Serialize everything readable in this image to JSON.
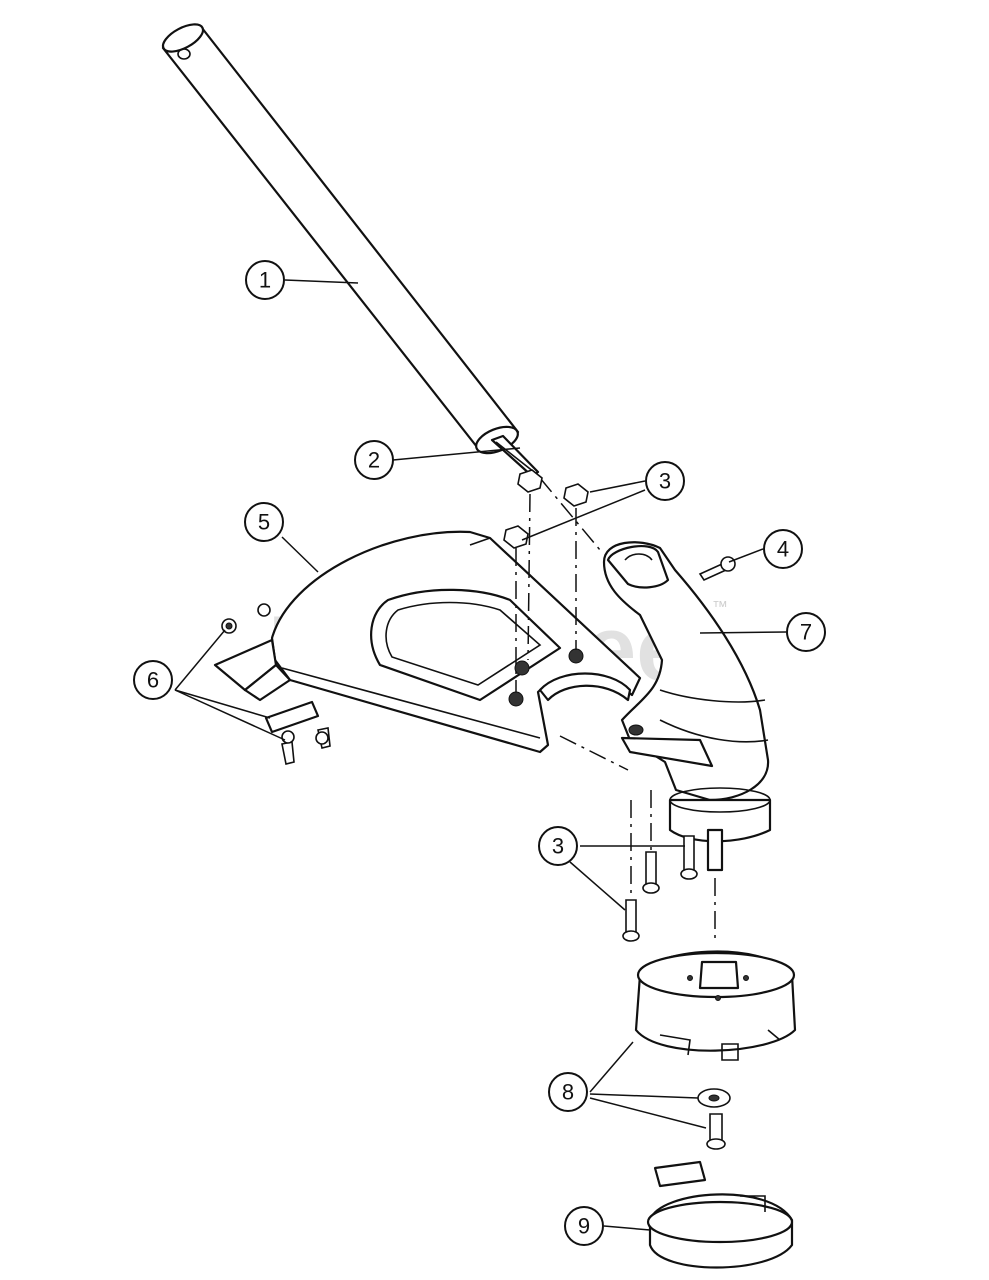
{
  "diagram": {
    "watermark": "PartsTree",
    "watermark_mark": "™",
    "callouts": [
      {
        "id": "1",
        "label": "1"
      },
      {
        "id": "2",
        "label": "2"
      },
      {
        "id": "3a",
        "label": "3"
      },
      {
        "id": "4",
        "label": "4"
      },
      {
        "id": "5",
        "label": "5"
      },
      {
        "id": "6",
        "label": "6"
      },
      {
        "id": "7",
        "label": "7"
      },
      {
        "id": "3b",
        "label": "3"
      },
      {
        "id": "8",
        "label": "8"
      },
      {
        "id": "9",
        "label": "9"
      }
    ]
  }
}
